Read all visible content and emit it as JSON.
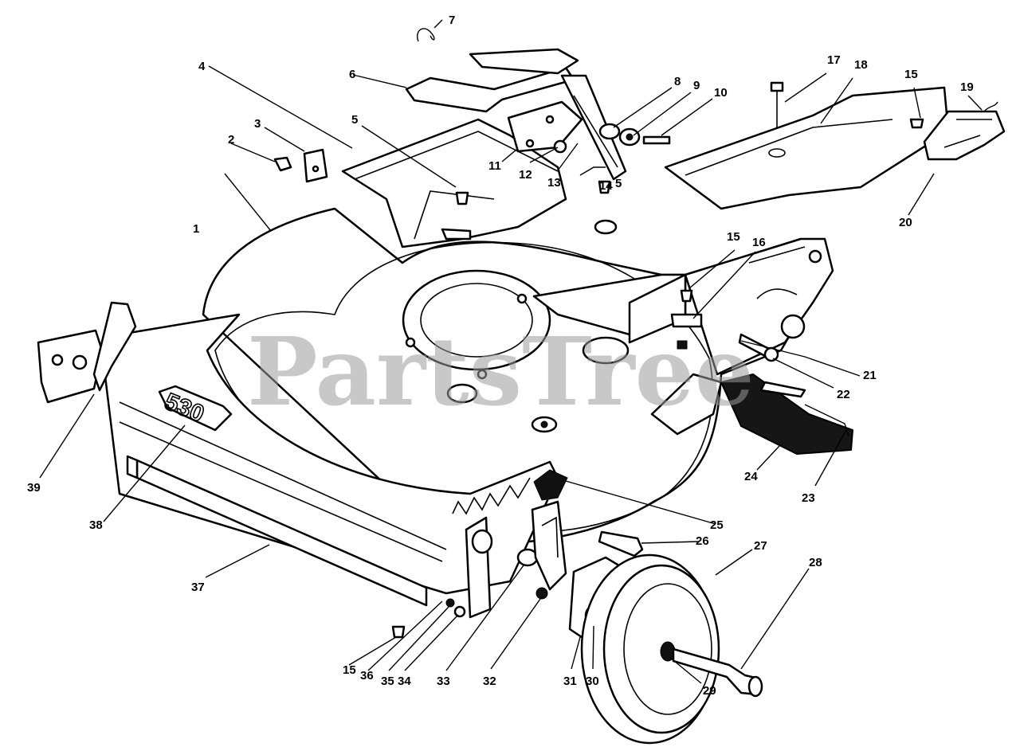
{
  "watermark": "PartsTree",
  "deck_plate": "530",
  "callouts": [
    "1",
    "2",
    "3",
    "4",
    "5",
    "5",
    "6",
    "7",
    "8",
    "9",
    "10",
    "11",
    "12",
    "13",
    "14",
    "15",
    "15",
    "15",
    "16",
    "17",
    "18",
    "19",
    "20",
    "21",
    "22",
    "23",
    "24",
    "25",
    "26",
    "27",
    "28",
    "29",
    "30",
    "31",
    "32",
    "33",
    "34",
    "35",
    "36",
    "37",
    "38",
    "39"
  ]
}
